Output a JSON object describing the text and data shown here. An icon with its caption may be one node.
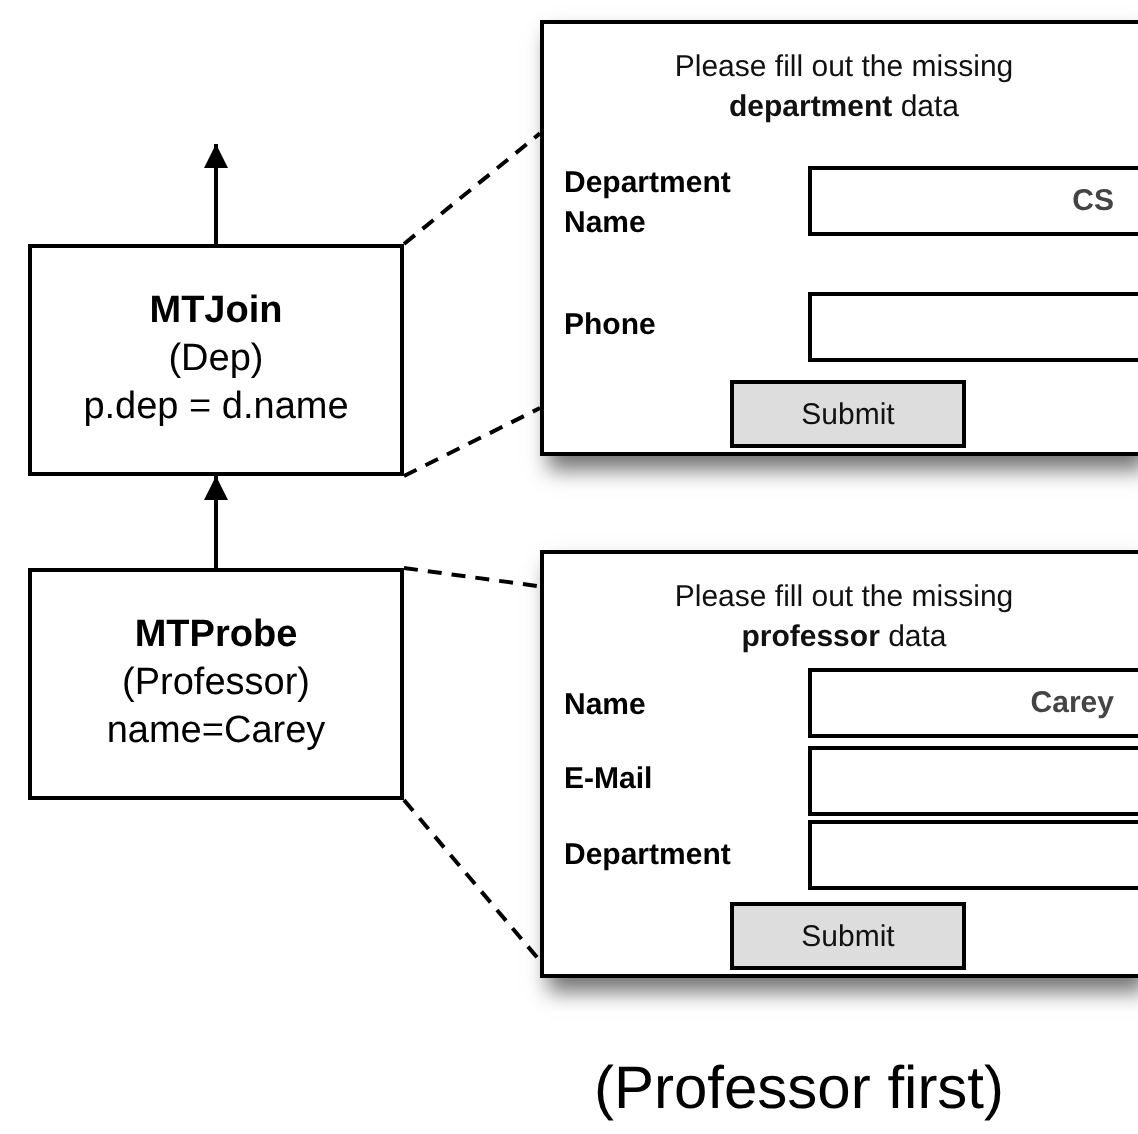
{
  "diagram": {
    "caption": "(Professor first)",
    "nodes": [
      {
        "text": [
          "MTJoin",
          "(Dep)",
          "p.dep = d.name"
        ]
      },
      {
        "text": [
          "Please fill out the missing **department** data"
        ]
      },
      {
        "text": [
          "CS"
        ],
        "in": 1
      },
      {
        "text": [],
        "shape": "box",
        "in": 1
      },
      {
        "text": [
          "Submit"
        ],
        "in": 1
      },
      {
        "text": [
          "MTProbe",
          "(Professor)",
          "name=Carey"
        ]
      },
      {
        "text": [
          "Please fill out the missing **professor** data"
        ]
      },
      {
        "text": [
          "Carey"
        ],
        "in": 6
      },
      {
        "text": [],
        "shape": "box",
        "in": 6
      },
      {
        "text": [],
        "shape": "box",
        "in": 6
      },
      {
        "text": [
          "Submit"
        ],
        "in": 6
      }
    ],
    "edges": [
      {
        "from": 0,
        "to": null,
        "arrow": "to"
      },
      {
        "from": 5,
        "to": 0,
        "arrow": "to"
      },
      {
        "from": 0,
        "to": 1,
        "arrow": "none",
        "style": "dashed"
      },
      {
        "from": 0,
        "to": 1,
        "arrow": "none",
        "style": "dashed"
      },
      {
        "from": 5,
        "to": 6,
        "arrow": "none",
        "style": "dashed"
      },
      {
        "from": 5,
        "to": 6,
        "arrow": "none",
        "style": "dashed"
      }
    ],
    "labels": [
      "Department Name",
      "Phone",
      "Name",
      "E-Mail",
      "Department"
    ]
  }
}
